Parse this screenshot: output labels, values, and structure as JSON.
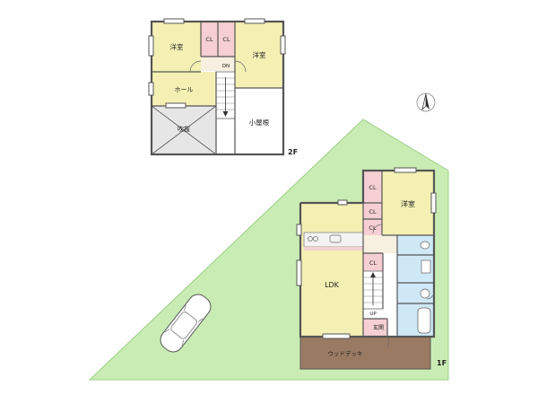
{
  "colors": {
    "room": "#f4f0b4",
    "closet": "#f5cfd3",
    "wet_area": "#cfe8f6",
    "site": "#c9ecb4",
    "deck": "#9b7a63",
    "wall": "#555555",
    "gray_floor": "#e6e6e6",
    "wood_floor": "#f7efe0"
  },
  "floor2": {
    "label": "2F",
    "rooms": {
      "bedroom_left": "洋室",
      "bedroom_right": "洋室",
      "closet_left": "CL",
      "closet_right": "CL",
      "hall": "ホール",
      "stairwell": "吹抜",
      "attic": "小屋根",
      "stair_dn": "DN"
    }
  },
  "floor1": {
    "label": "1F",
    "rooms": {
      "bedroom": "洋室",
      "ldk": "LDK",
      "closet_1": "CL",
      "closet_2": "CL",
      "closet_3": "CL",
      "closet_4": "CL",
      "entrance": "玄関",
      "stair_up": "UP",
      "deck": "ウッドデッキ"
    }
  },
  "icons": {
    "compass": "north-arrow-icon",
    "car": "car-icon"
  }
}
